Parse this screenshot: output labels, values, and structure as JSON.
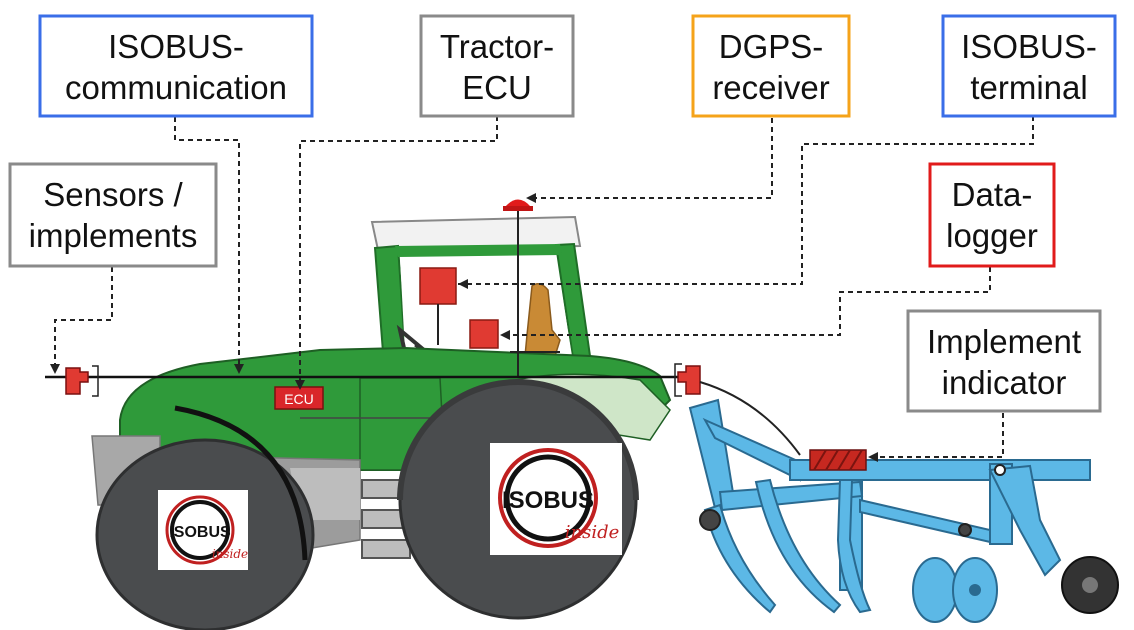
{
  "colors": {
    "box_blue": "#3a6ee8",
    "box_gray": "#8a8a8a",
    "box_orange": "#f5a31a",
    "box_red": "#e11b1b",
    "tractor_green": "#2f9a3a",
    "wheel_dark": "#4a4c4e",
    "implement_blue": "#5cb8e6",
    "module_red": "#e03a32"
  },
  "labels": {
    "isobus_communication": [
      "ISOBUS-",
      "communication"
    ],
    "tractor_ecu": [
      "Tractor-",
      "ECU"
    ],
    "dgps_receiver": [
      "DGPS-",
      "receiver"
    ],
    "isobus_terminal": [
      "ISOBUS-",
      "terminal"
    ],
    "sensors_implements": [
      "Sensors /",
      "implements"
    ],
    "data_logger": [
      "Data-",
      "logger"
    ],
    "implement_indicator": [
      "Implement",
      "indicator"
    ]
  },
  "ecu_tag": "ECU",
  "logo": {
    "main": "ISOBUS",
    "sub": "inside"
  }
}
